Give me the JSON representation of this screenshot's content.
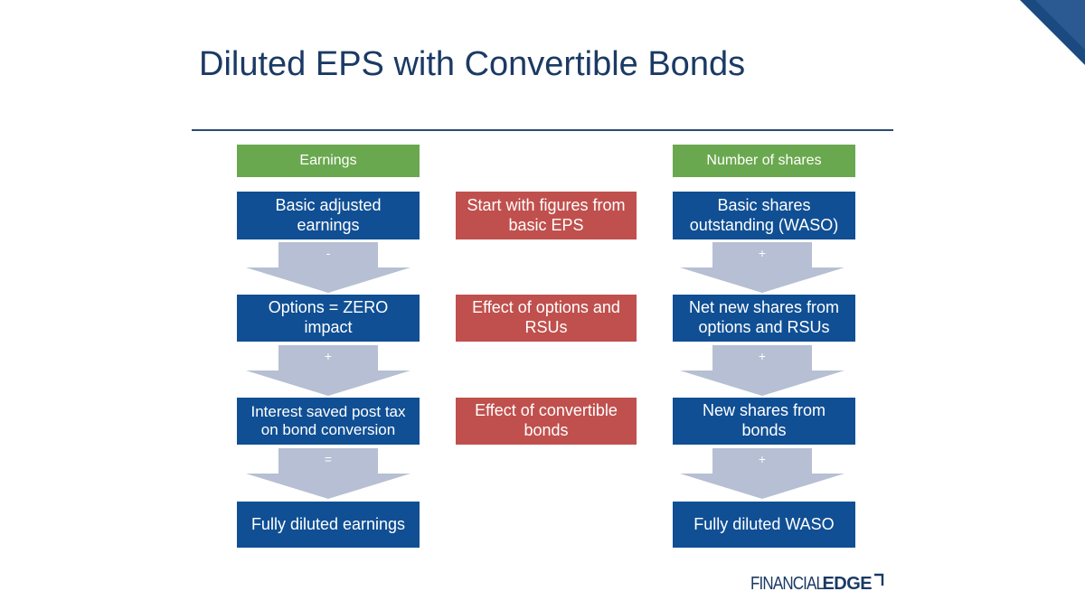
{
  "title": "Diluted EPS with Convertible Bonds",
  "headers": {
    "earnings": "Earnings",
    "shares": "Number of shares"
  },
  "earnings_col": [
    {
      "label": "Basic adjusted earnings"
    },
    {
      "label": "Options = ZERO impact"
    },
    {
      "label": "Interest saved post tax on bond conversion"
    },
    {
      "label": "Fully diluted earnings"
    }
  ],
  "middle_col": [
    {
      "label": "Start with figures from basic EPS"
    },
    {
      "label": "Effect of options and RSUs"
    },
    {
      "label": "Effect of convertible bonds"
    }
  ],
  "shares_col": [
    {
      "label": "Basic shares outstanding (WASO)"
    },
    {
      "label": "Net new shares from options and RSUs"
    },
    {
      "label": "New shares from bonds"
    },
    {
      "label": "Fully diluted WASO"
    }
  ],
  "earnings_ops": [
    "-",
    "+",
    "="
  ],
  "shares_ops": [
    "+",
    "+",
    "+"
  ],
  "logo": {
    "part1": "FINANCIAL",
    "part2": "EDGE"
  },
  "colors": {
    "header_green": "#6aa84f",
    "box_blue": "#104f94",
    "box_red": "#c0504d",
    "arrow_gray": "#b6bfd3",
    "title_navy": "#1b3a64"
  }
}
